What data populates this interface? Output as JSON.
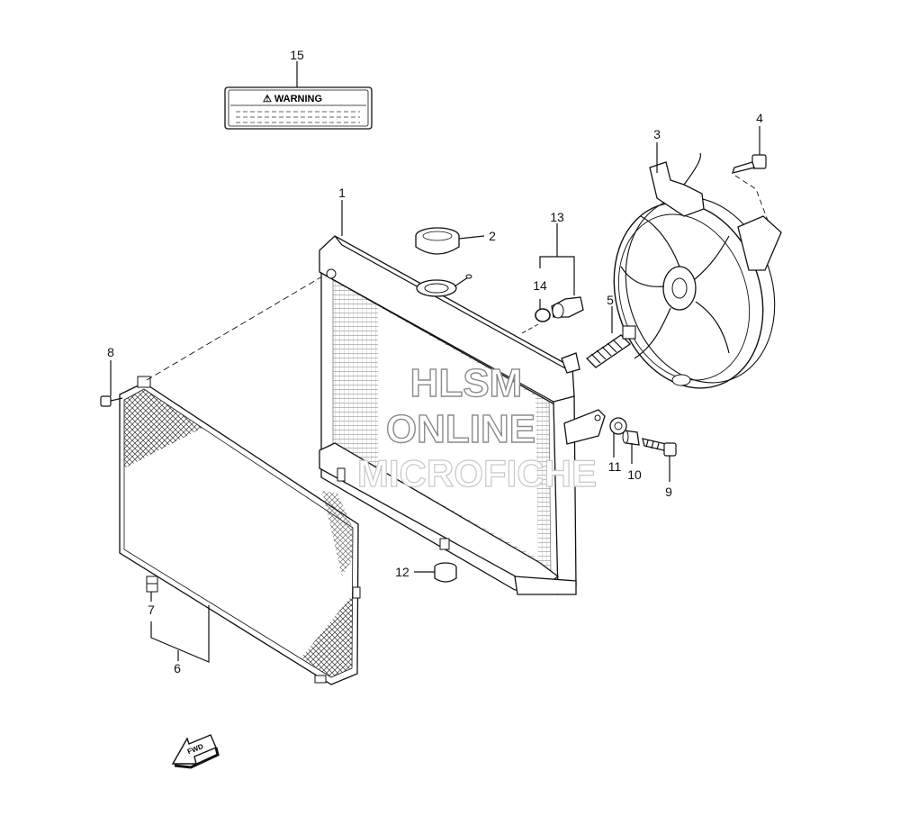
{
  "warning_label": {
    "text": "⚠ WARNING"
  },
  "watermark": {
    "line1": "HLSM",
    "line2": "ONLINE",
    "line3": "MICROFICHE"
  },
  "fwd_arrow": {
    "text": "FWD"
  },
  "callouts": {
    "c1": "1",
    "c2": "2",
    "c3": "3",
    "c4": "4",
    "c5": "5",
    "c6": "6",
    "c7": "7",
    "c8": "8",
    "c9": "9",
    "c10": "10",
    "c11": "11",
    "c12": "12",
    "c13": "13",
    "c14": "14",
    "c15": "15"
  }
}
